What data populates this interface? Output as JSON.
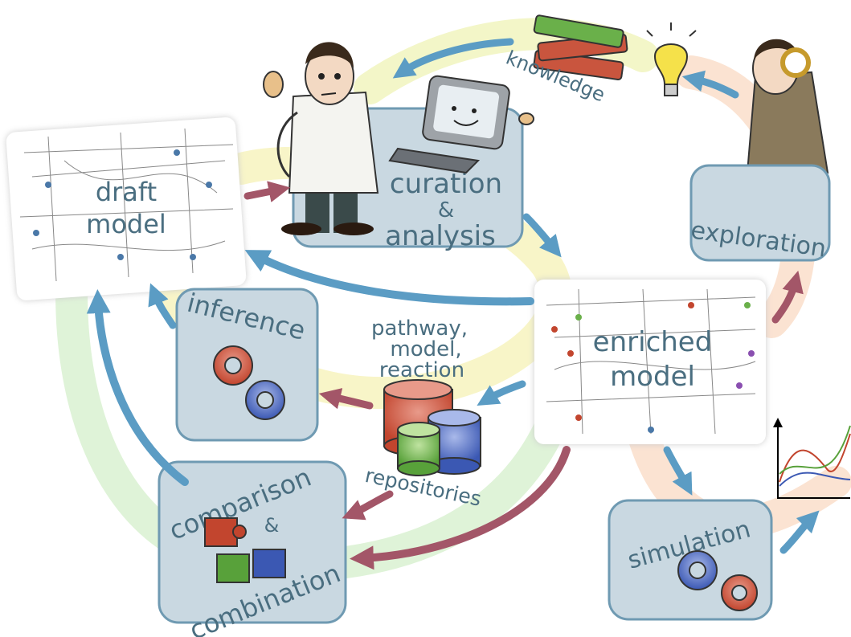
{
  "nodes": {
    "draft_model": [
      "draft",
      "model"
    ],
    "curation": [
      "curation",
      "&",
      "analysis"
    ],
    "exploration": "exploration",
    "enriched_model": [
      "enriched",
      "model"
    ],
    "inference": "inference",
    "repositories_top": [
      "pathway,",
      "model,",
      "reaction"
    ],
    "repositories_bottom": "repositories",
    "comparison": [
      "comparison",
      "&",
      "combination"
    ],
    "simulation": "simulation",
    "knowledge": "knowledge"
  },
  "icons": [
    "scientist-with-stethoscope",
    "computer-with-mouse",
    "books",
    "light-bulb",
    "scientist-with-magnifier",
    "gears",
    "database-cylinders",
    "puzzle-pieces",
    "line-plot"
  ],
  "colors": {
    "box_fill": "#c9d8e1",
    "box_stroke": "#6f9ab2",
    "label": "#4a6e80",
    "blue_arrow": "#5b9cc4",
    "red_arrow": "#a35668",
    "green_band": "#dff3d8",
    "yellow_band": "#f8f5c8",
    "orange_band": "#fbe3d2"
  }
}
